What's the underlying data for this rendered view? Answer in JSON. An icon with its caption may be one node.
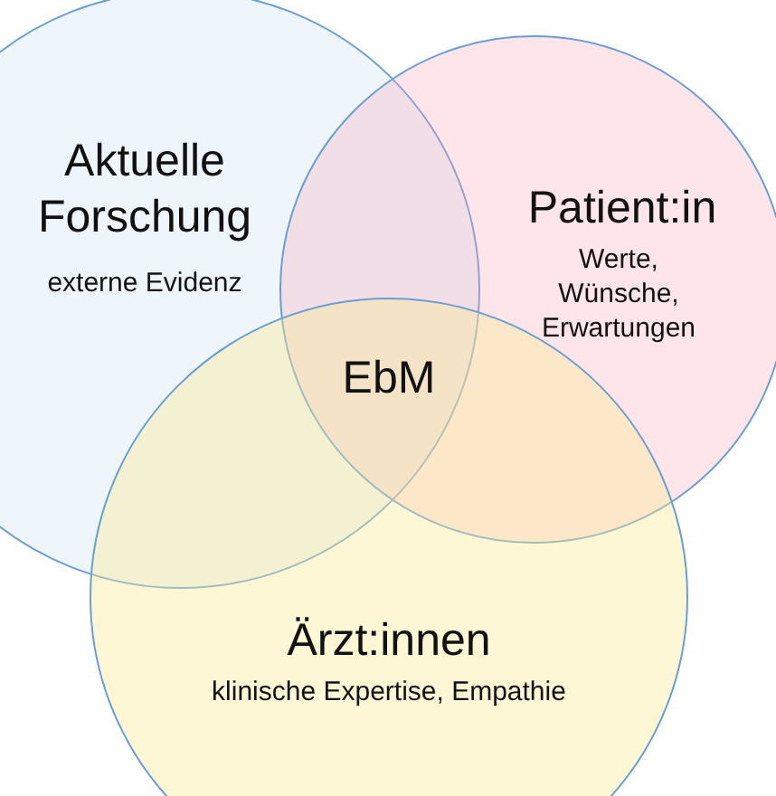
{
  "diagram": {
    "nodes": [
      {
        "text": [
          "Aktuelle Forschung",
          "externe Evidenz"
        ]
      },
      {
        "text": [
          "Patient:in",
          "Werte, Wünsche, Erwartungen"
        ]
      },
      {
        "text": [
          "Ärzt:innen",
          "klinische Expertise, Empathie"
        ]
      },
      {
        "text": [
          "EbM"
        ]
      }
    ]
  }
}
